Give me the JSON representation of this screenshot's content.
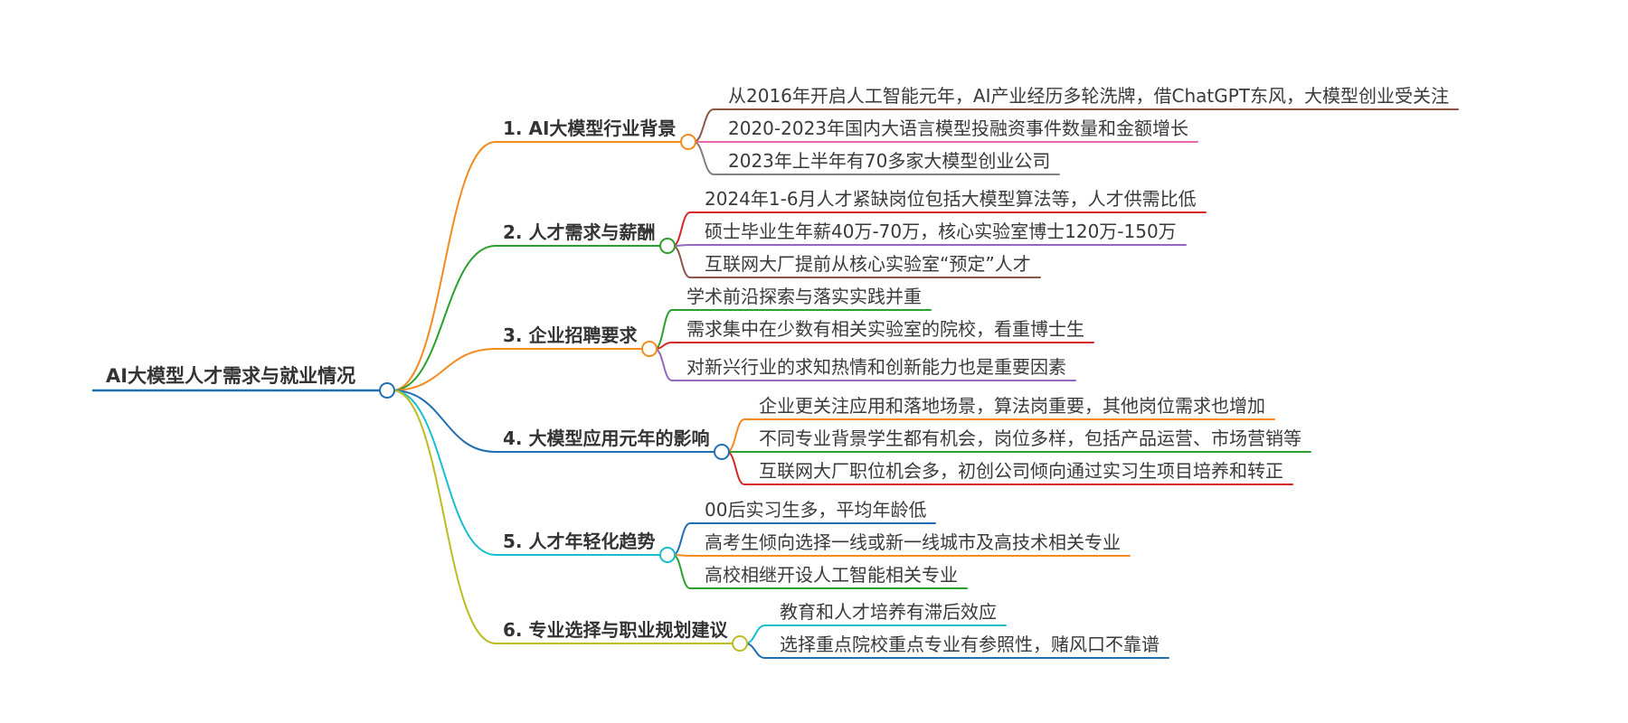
{
  "root": {
    "label": "AI大模型人才需求与就业情况",
    "color": "#1f6fb2"
  },
  "branches": [
    {
      "label": "1. AI大模型行业背景",
      "color": "#f58a1f",
      "children": [
        {
          "label": "从2016年开启人工智能元年，AI产业经历多轮洗牌，借ChatGPT东风，大模型创业受关注",
          "color": "#8b5742"
        },
        {
          "label": "2020-2023年国内大语言模型投融资事件数量和金额增长",
          "color": "#e868a8"
        },
        {
          "label": "2023年上半年有70多家大模型创业公司",
          "color": "#808080"
        }
      ]
    },
    {
      "label": "2. 人才需求与薪酬",
      "color": "#2ca02c",
      "children": [
        {
          "label": "2024年1-6月人才紧缺岗位包括大模型算法等，人才供需比低",
          "color": "#d62728"
        },
        {
          "label": "硕士毕业生年薪40万-70万，核心实验室博士120万-150万",
          "color": "#9467bd"
        },
        {
          "label": "互联网大厂提前从核心实验室“预定”人才",
          "color": "#8c564b"
        }
      ]
    },
    {
      "label": "3. 企业招聘要求",
      "color": "#f58a1f",
      "children": [
        {
          "label": "学术前沿探索与落实实践并重",
          "color": "#2ca02c"
        },
        {
          "label": "需求集中在少数有相关实验室的院校，看重博士生",
          "color": "#d62728"
        },
        {
          "label": "对新兴行业的求知热情和创新能力也是重要因素",
          "color": "#9467bd"
        }
      ]
    },
    {
      "label": "4. 大模型应用元年的影响",
      "color": "#1f6fb2",
      "children": [
        {
          "label": "企业更关注应用和落地场景，算法岗重要，其他岗位需求也增加",
          "color": "#f58a1f"
        },
        {
          "label": "不同专业背景学生都有机会，岗位多样，包括产品运营、市场营销等",
          "color": "#2ca02c"
        },
        {
          "label": "互联网大厂职位机会多，初创公司倾向通过实习生项目培养和转正",
          "color": "#d62728"
        }
      ]
    },
    {
      "label": "5. 人才年轻化趋势",
      "color": "#17becf",
      "children": [
        {
          "label": "00后实习生多，平均年龄低",
          "color": "#1f6fb2"
        },
        {
          "label": "高考生倾向选择一线或新一线城市及高技术相关专业",
          "color": "#f58a1f"
        },
        {
          "label": "高校相继开设人工智能相关专业",
          "color": "#2ca02c"
        }
      ]
    },
    {
      "label": "6. 专业选择与职业规划建议",
      "color": "#bcbd22",
      "children": [
        {
          "label": "教育和人才培养有滞后效应",
          "color": "#17becf"
        },
        {
          "label": "选择重点院校重点专业有参照性，赌风口不靠谱",
          "color": "#1f6fb2"
        }
      ]
    }
  ]
}
